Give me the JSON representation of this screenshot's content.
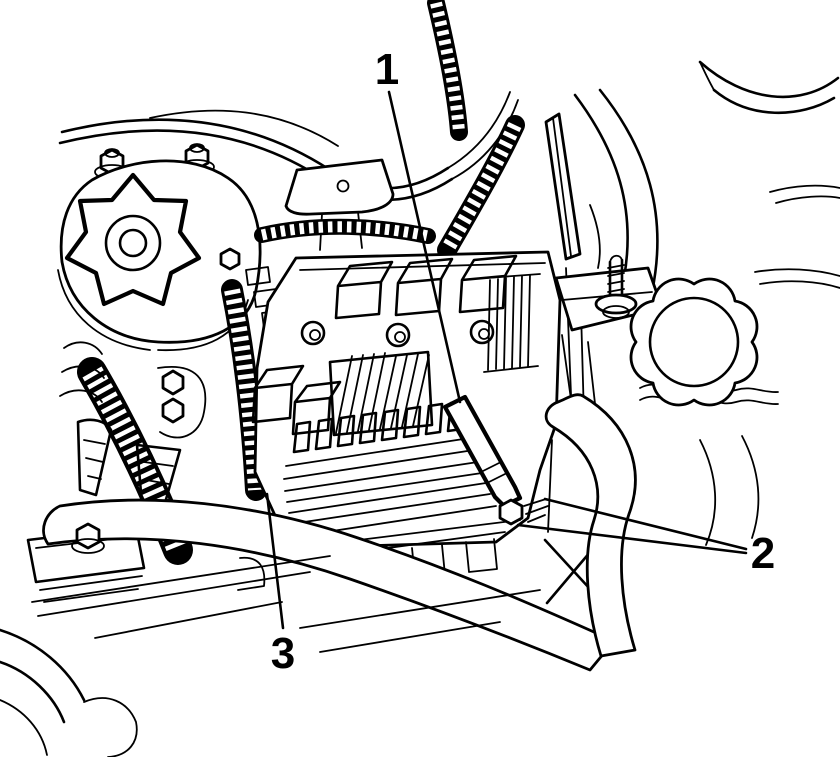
{
  "figure": {
    "description": "Black-and-white engine compartment line illustration showing the underhood fuse and relay block, wiring harness conduits, hoses, reservoir cap and mounting hardware, with three numbered callouts",
    "background_color": "#ffffff",
    "line_color": "#000000",
    "callouts": [
      {
        "label": "1"
      },
      {
        "label": "2"
      },
      {
        "label": "3"
      }
    ]
  }
}
